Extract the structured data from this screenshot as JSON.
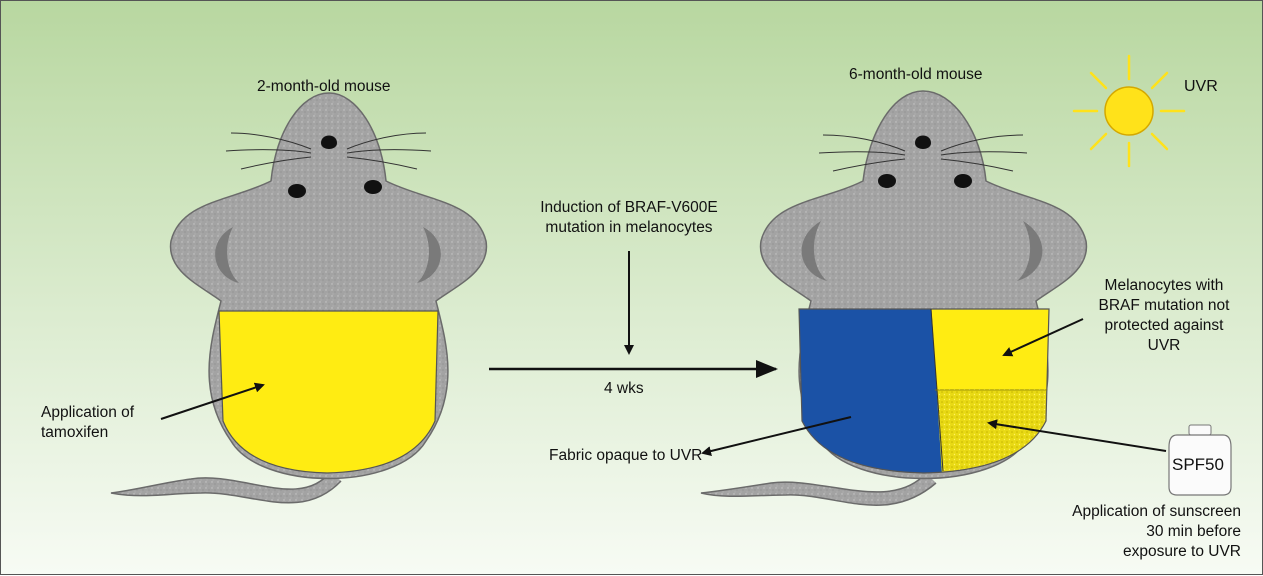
{
  "left_mouse": {
    "title": "2-month-old mouse",
    "annotation_lines": [
      "Application of",
      "tamoxifen"
    ]
  },
  "transition": {
    "label_lines": [
      "Induction of BRAF-V600E",
      "mutation in melanocytes"
    ],
    "duration": "4 wks"
  },
  "right_mouse": {
    "title": "6-month-old mouse",
    "sun_label": "UVR",
    "unprotected_lines": [
      "Melanocytes with",
      "BRAF mutation not",
      "protected against",
      "UVR"
    ],
    "fabric_label": "Fabric opaque to UVR",
    "sunscreen_bottle": "SPF50",
    "sunscreen_lines": [
      "Application of sunscreen",
      "30 min before",
      "exposure to UVR"
    ]
  },
  "colors": {
    "mouse_body": "#a3a3a3",
    "mouse_outline": "#6b6b6b",
    "tamoxifen_patch": "#ffec12",
    "fabric_patch": "#1b52a6",
    "sunscreen_patch": "#e8d914",
    "sun": "#ffe21a",
    "ear_inner": "#7a7a7a"
  }
}
